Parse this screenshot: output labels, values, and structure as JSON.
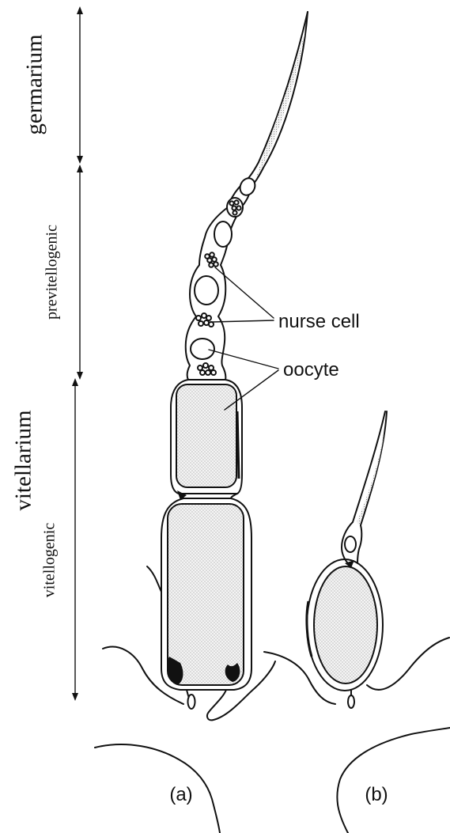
{
  "labels": {
    "germarium": "germarium",
    "previtellogenic": "previtellogenic",
    "vitellarium": "vitellarium",
    "vitellogenic": "vitellogenic",
    "nurse_cell": "nurse cell",
    "oocyte": "oocyte",
    "panel_a": "(a)",
    "panel_b": "(b)"
  },
  "colors": {
    "ink": "#111111",
    "stipple": "#9a9a9a",
    "background": "#ffffff"
  }
}
